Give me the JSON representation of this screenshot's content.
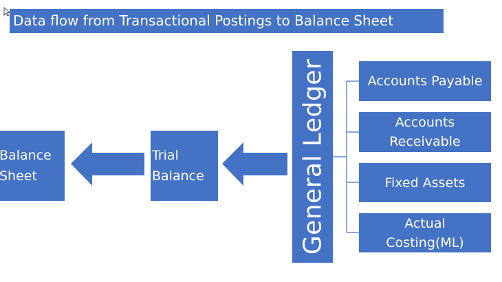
{
  "title": "Data flow from Transactional Postings to Balance Sheet",
  "nodes": {
    "balance_sheet": "Balance\nSheet",
    "trial_balance": "Trial\nBalance",
    "general_ledger": "General Ledger",
    "subledgers": [
      "Accounts Payable",
      "Accounts\nReceivable",
      "Fixed Assets",
      "Actual\nCosting(ML)"
    ]
  },
  "colors": {
    "box_fill": "#4472c4",
    "connector": "#4472c4",
    "text": "#ffffff"
  }
}
